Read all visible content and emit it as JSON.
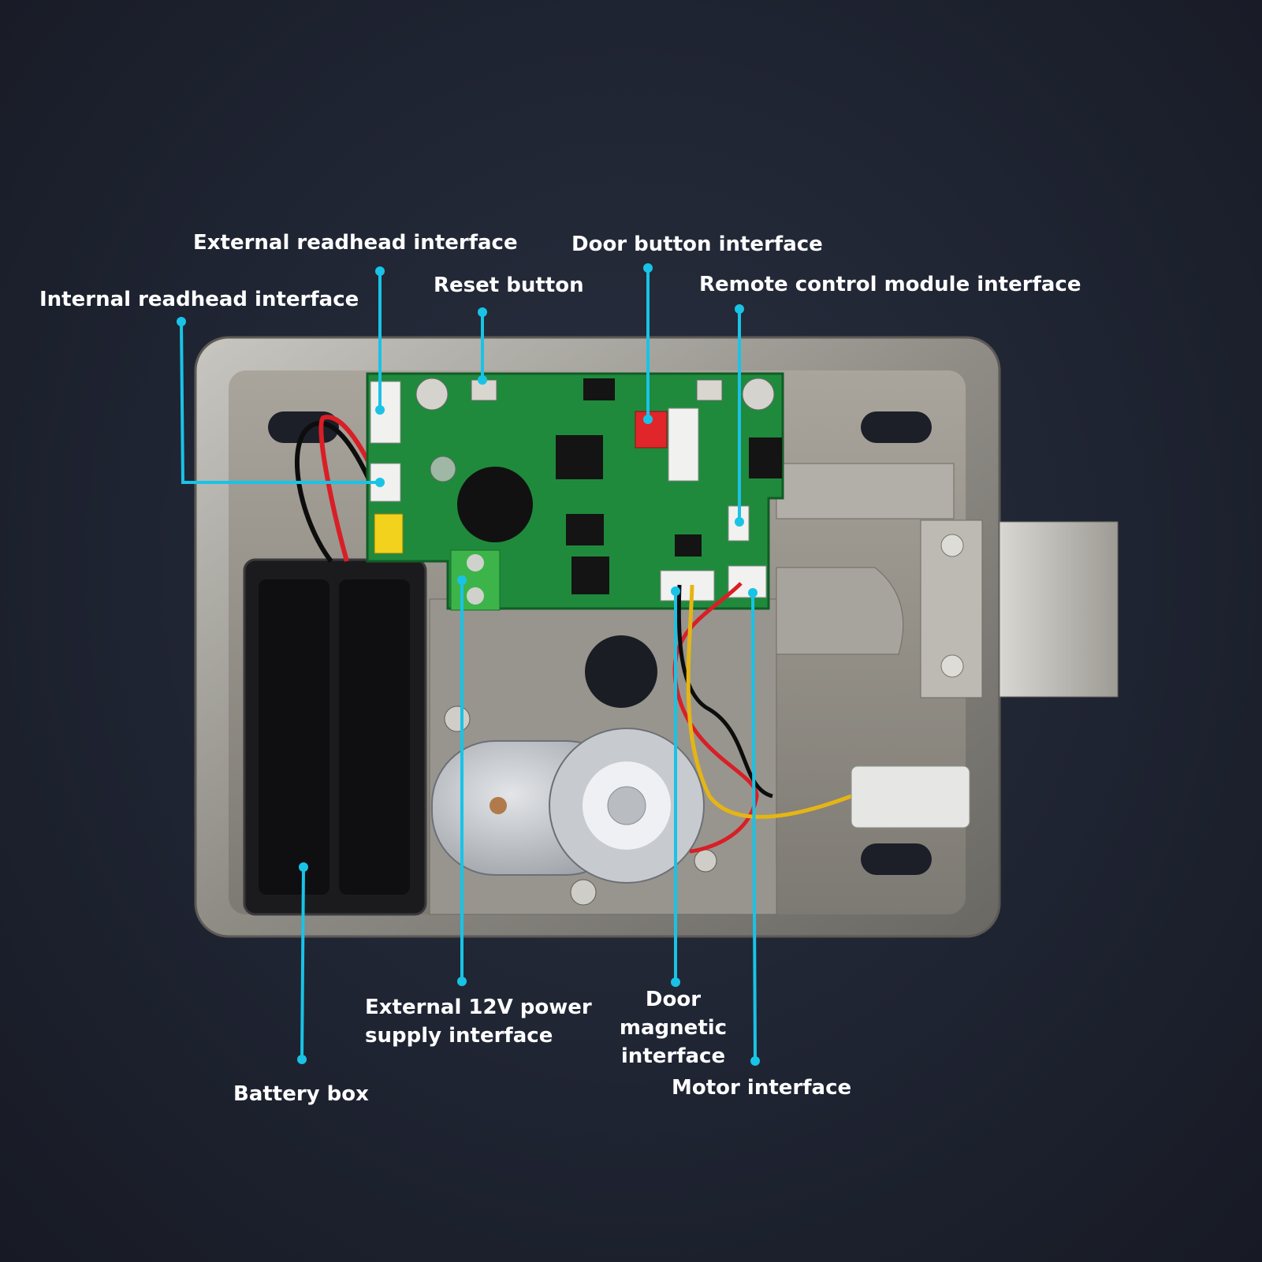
{
  "colors": {
    "background": "#1c2030",
    "callout": "#19c3e6",
    "label": "#ffffff",
    "pcb": "#1f8a3c"
  },
  "labels": {
    "external_readhead": "External readhead interface",
    "internal_readhead": "Internal readhead interface",
    "reset_button": "Reset button",
    "door_button": "Door button interface",
    "remote_control": "Remote control module interface",
    "external_power": "External 12V power\nsupply interface",
    "door_magnetic": "Door\nmagnetic\ninterface",
    "motor": "Motor interface",
    "battery_box": "Battery box"
  }
}
